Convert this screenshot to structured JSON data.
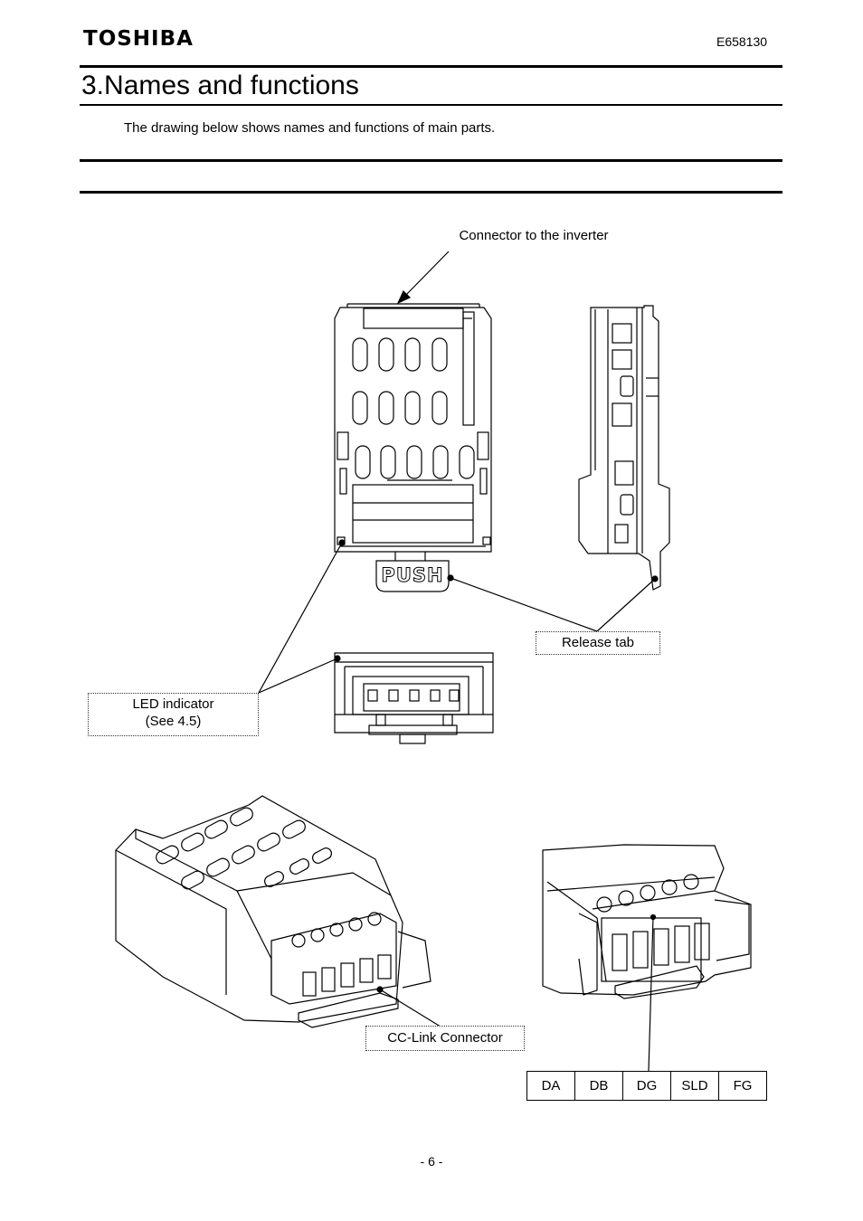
{
  "header": {
    "brand": "TOSHIBA",
    "doc_number": "E658130"
  },
  "section": {
    "number": "3.",
    "title": "Names and functions"
  },
  "intro": "The drawing below shows names and functions of main parts.",
  "labels": {
    "connector_to_inverter": "Connector to the inverter",
    "push": "PUSH",
    "release_tab": "Release tab",
    "led_indicator_line1": "LED indicator",
    "led_indicator_line2": "(See 4.5)",
    "cc_link_connector": "CC-Link Connector"
  },
  "signals": [
    "DA",
    "DB",
    "DG",
    "SLD",
    "FG"
  ],
  "footer": {
    "page": "- 6 -"
  }
}
